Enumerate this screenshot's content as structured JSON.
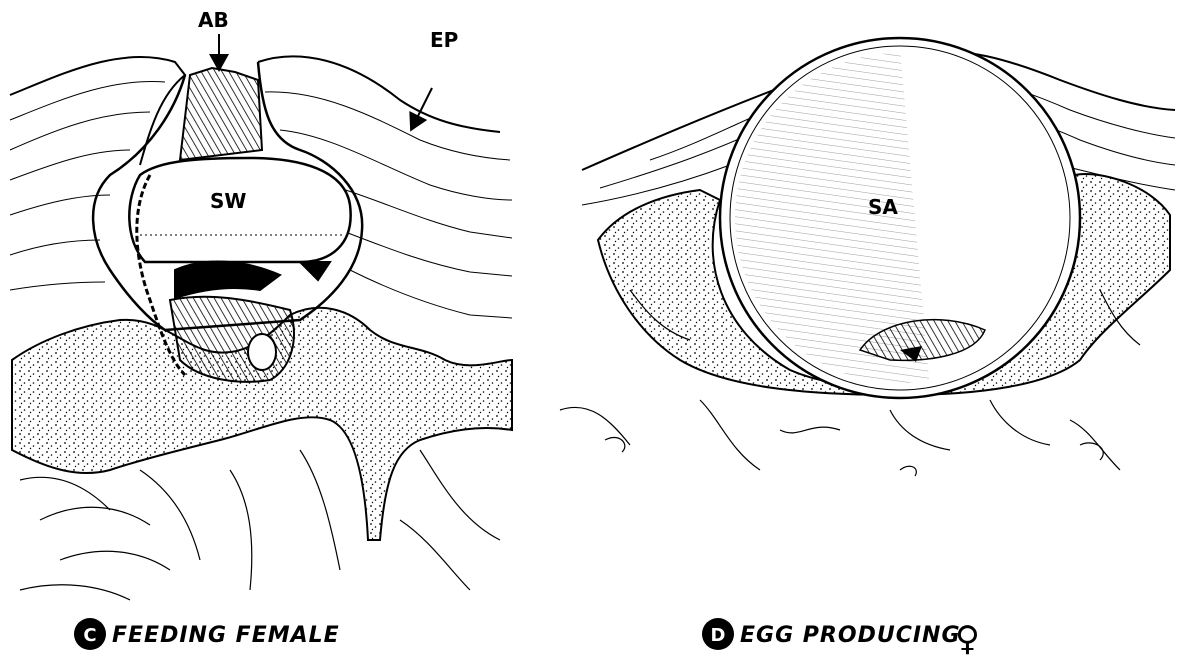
{
  "panel_c": {
    "badge": "C",
    "caption": "FEEDING FEMALE",
    "labels": {
      "ab": "AB",
      "ep": "EP",
      "sw": "SW"
    }
  },
  "panel_d": {
    "badge": "D",
    "caption": "EGG PRODUCING",
    "symbol": "♀",
    "labels": {
      "sa": "SA"
    }
  },
  "colors": {
    "ink": "#000000",
    "paper": "#ffffff"
  },
  "icons": [
    "arrow-icon",
    "female-symbol-icon"
  ]
}
